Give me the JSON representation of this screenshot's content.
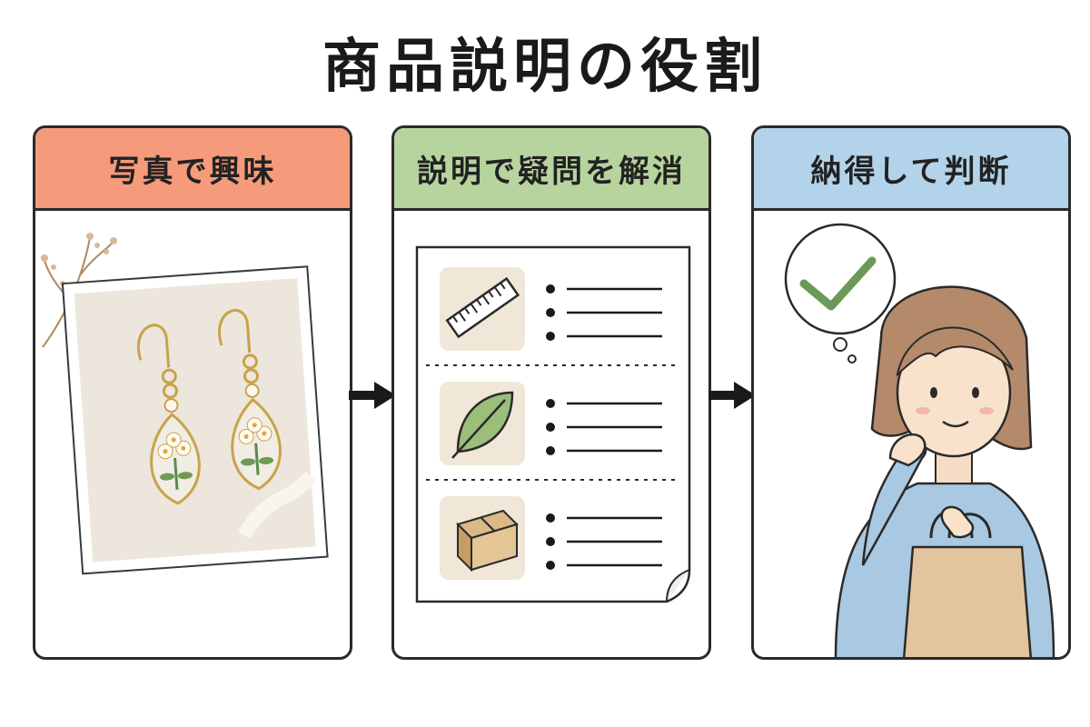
{
  "title": "商品説明の役割",
  "panels": [
    {
      "header": "写真で興味",
      "header_color": "#f59a7a"
    },
    {
      "header": "説明で疑問を解消",
      "header_color": "#b7d49e"
    },
    {
      "header": "納得して判断",
      "header_color": "#b3d3ea"
    }
  ],
  "icons": {
    "panel1": [
      "flower-sprig-icon",
      "earrings-photo"
    ],
    "panel2": [
      "ruler-icon",
      "leaf-icon",
      "package-icon"
    ],
    "panel3": [
      "checkmark-thought-bubble-icon",
      "woman-with-shopping-bag"
    ]
  },
  "colors": {
    "accent_check": "#6a9a58",
    "bullet": "#1a1a1a"
  }
}
